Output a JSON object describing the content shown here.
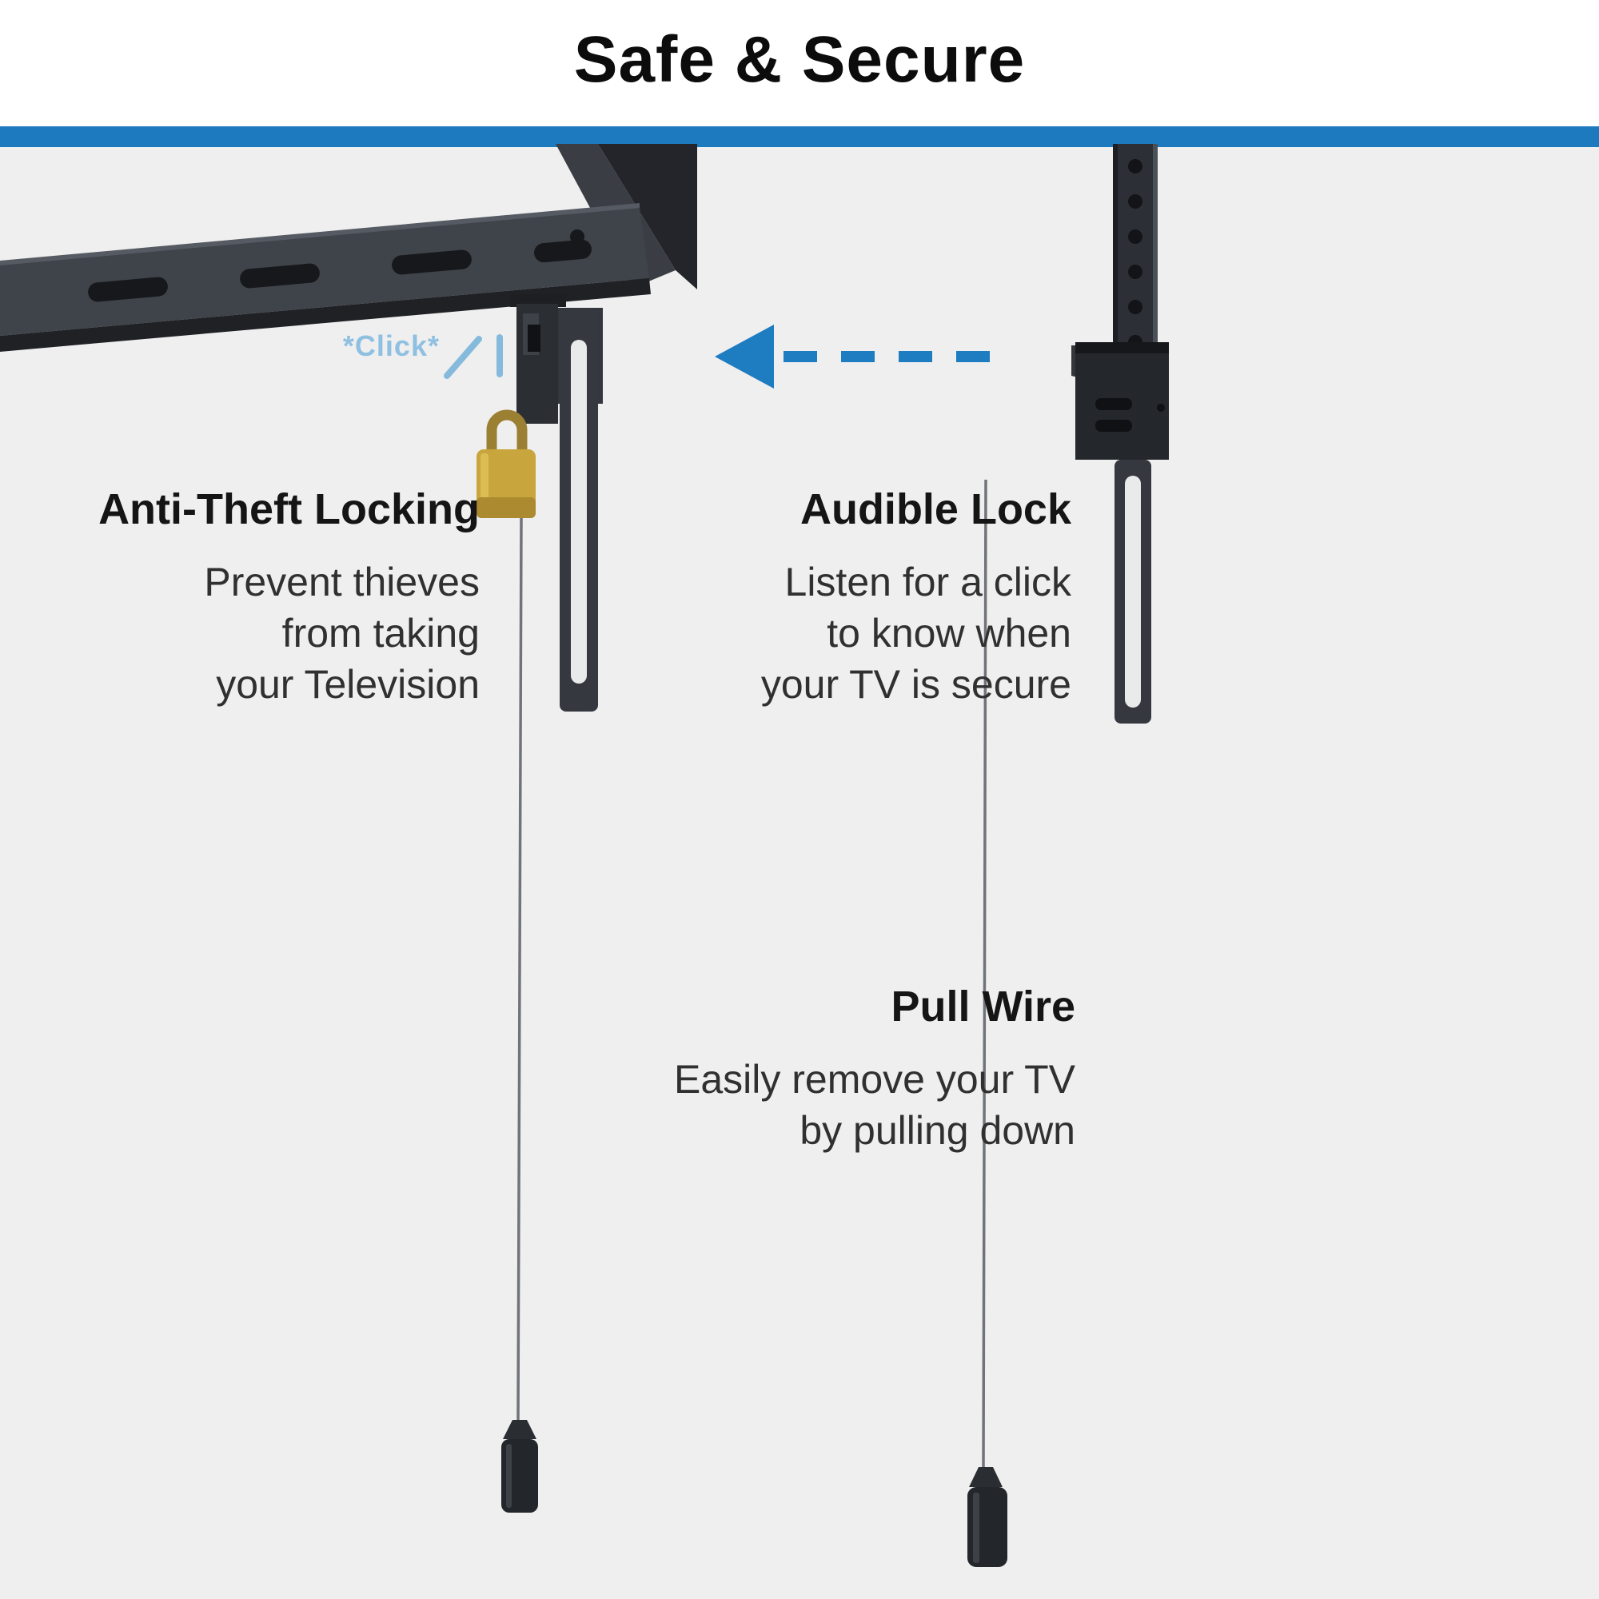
{
  "title": "Safe & Secure",
  "click_label": "*Click*",
  "features": [
    {
      "id": "anti-theft",
      "title": "Anti-Theft Locking",
      "lines": [
        "Prevent thieves",
        "from taking",
        "your Television"
      ]
    },
    {
      "id": "audible-lock",
      "title": "Audible Lock",
      "lines": [
        "Listen for a click",
        "to know when",
        "your TV is secure"
      ]
    },
    {
      "id": "pull-wire",
      "title": "Pull Wire",
      "lines": [
        "Easily remove your TV",
        "by pulling down"
      ]
    }
  ],
  "colors": {
    "accent_blue": "#1e7abe",
    "click_blue": "#8fc0e2",
    "padlock_gold": "#c9a63d",
    "background_gray": "#efefef",
    "metal_dark": "#26282d",
    "metal_mid": "#35393f"
  },
  "icons": {
    "arrow": "dashed-left-arrow-icon",
    "lock": "padlock-icon",
    "click_marks": "sound-tick-icon"
  }
}
